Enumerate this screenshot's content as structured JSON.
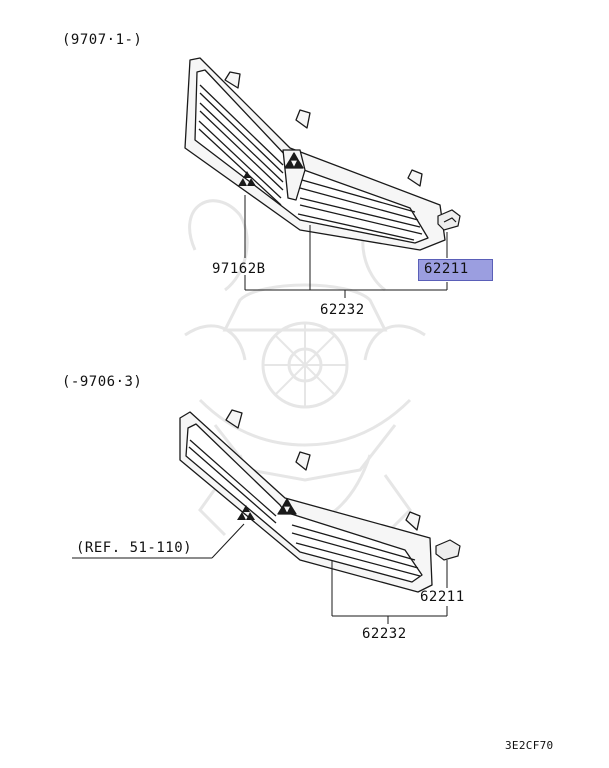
{
  "colors": {
    "line": "#1a1a1a",
    "grille_fill": "#f4f4f4",
    "highlight": "#9b9ee0",
    "watermark": "#ececec"
  },
  "upper_section": {
    "date_label": "(9707·1-)",
    "parts": {
      "emblem": "97162B",
      "grille_assembly": "62232",
      "clip": "62211"
    },
    "highlighted_part": "62211"
  },
  "lower_section": {
    "date_label": "(-9706·3)",
    "reference": "(REF. 51-110)",
    "parts": {
      "clip": "62211",
      "grille_assembly": "62232"
    }
  },
  "diagram_code": "3E2CF70",
  "watermark": "samurai-helmet-logo"
}
